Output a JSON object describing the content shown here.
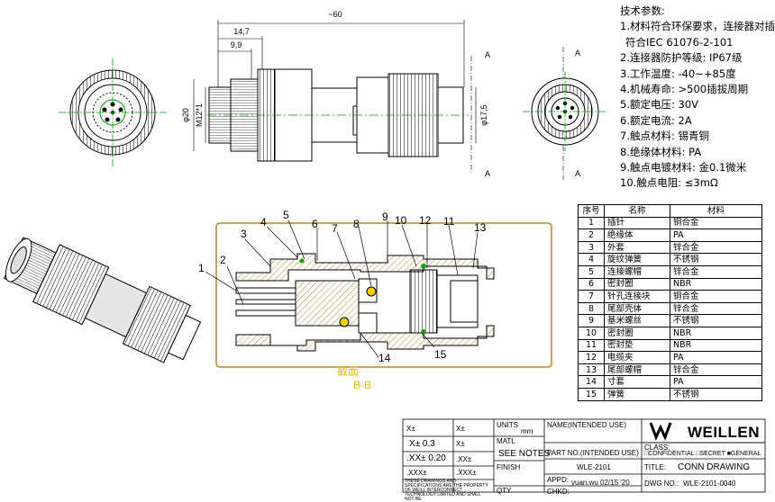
{
  "dimensions": {
    "overall_length": "~60",
    "dim_14_7": "14,7",
    "dim_9_9": "9,9",
    "phi20": "φ20",
    "m12": "M12*1",
    "phi17_5": "φ17,5",
    "section_mark": "A"
  },
  "specs": {
    "title": "技术参数:",
    "lines": [
      "1.材料符合环保要求，连接器对插",
      "符合IEC 61076-2-101",
      "2.连接器防护等级: IP67级",
      "3.工作温度: -40~+85度",
      "4.机械寿命: >500插拔周期",
      "5.额定电压: 30V",
      "6.额定电流: 2A",
      "7.触点材料: 锡青铜",
      "8.绝缘体材料: PA",
      "9.触点电镀材料: 金0.1微米",
      "10.触点电阻: ≤3mΩ"
    ]
  },
  "bom": {
    "headers": [
      "序号",
      "名称",
      "材料"
    ],
    "rows": [
      [
        "1",
        "插针",
        "铜合金"
      ],
      [
        "2",
        "绝缘体",
        "PA"
      ],
      [
        "3",
        "外套",
        "锌合金"
      ],
      [
        "4",
        "旋纹弹簧",
        "不锈钢"
      ],
      [
        "5",
        "连接螺帽",
        "锌合金"
      ],
      [
        "6",
        "密封圈",
        "NBR"
      ],
      [
        "7",
        "针孔连接块",
        "铜合金"
      ],
      [
        "8",
        "尾部壳体",
        "锌合金"
      ],
      [
        "9",
        "基米螺丝",
        "不锈钢"
      ],
      [
        "10",
        "密封圈",
        "NBR"
      ],
      [
        "11",
        "密封垫",
        "NBR"
      ],
      [
        "12",
        "电缆夹",
        "PA"
      ],
      [
        "13",
        "尾部螺帽",
        "锌合金"
      ],
      [
        "14",
        "寸套",
        "PA"
      ],
      [
        "15",
        "弹簧",
        "不锈钢"
      ]
    ]
  },
  "section": {
    "label": "截面",
    "name": "B-B"
  },
  "callouts": [
    "1",
    "2",
    "3",
    "4",
    "5",
    "6",
    "7",
    "8",
    "9",
    "10",
    "12",
    "11",
    "13",
    "14",
    "15"
  ],
  "title_block": {
    "tol1": "X±",
    "tol2": "X±",
    "tol3": "X± 0.3",
    "tol4": "X±",
    "tol5": ".XX± 0.20",
    "tol6": ".XX±",
    "tol7": ".XXX±",
    "tol8": ".XXX±",
    "units": "UNITS",
    "units_val": "mm",
    "matl": "MATL",
    "see_notes": "SEE NOTES",
    "finish": "FINISH",
    "qty": "QTY",
    "name_label": "NAME(INTENDED USE)",
    "part_no_label": "PART NO.(INTENDED USE)",
    "part_no": "WLE-2101",
    "appd": "APPD:",
    "appd_val": "yuan.wu 02/15 '20",
    "chkd": "CHKD:",
    "brand": "WEILLEN",
    "class_label": "CLASS:",
    "class_val": "□CONFIDENTIAL □SECRET ■GENERAL",
    "title_label": "TITLE:",
    "title_val": "CONN DRAWING",
    "dwg_label": "DWG NO.:",
    "dwg_val": "WLE-2101-0040",
    "legal": "THESE DRAWINGS AND SPECIFICATIONS ARE THE PROPERTY OF WEILL INTERCONNECT TECHNOLOGY LIMITED AND SHALL NOT BE"
  }
}
